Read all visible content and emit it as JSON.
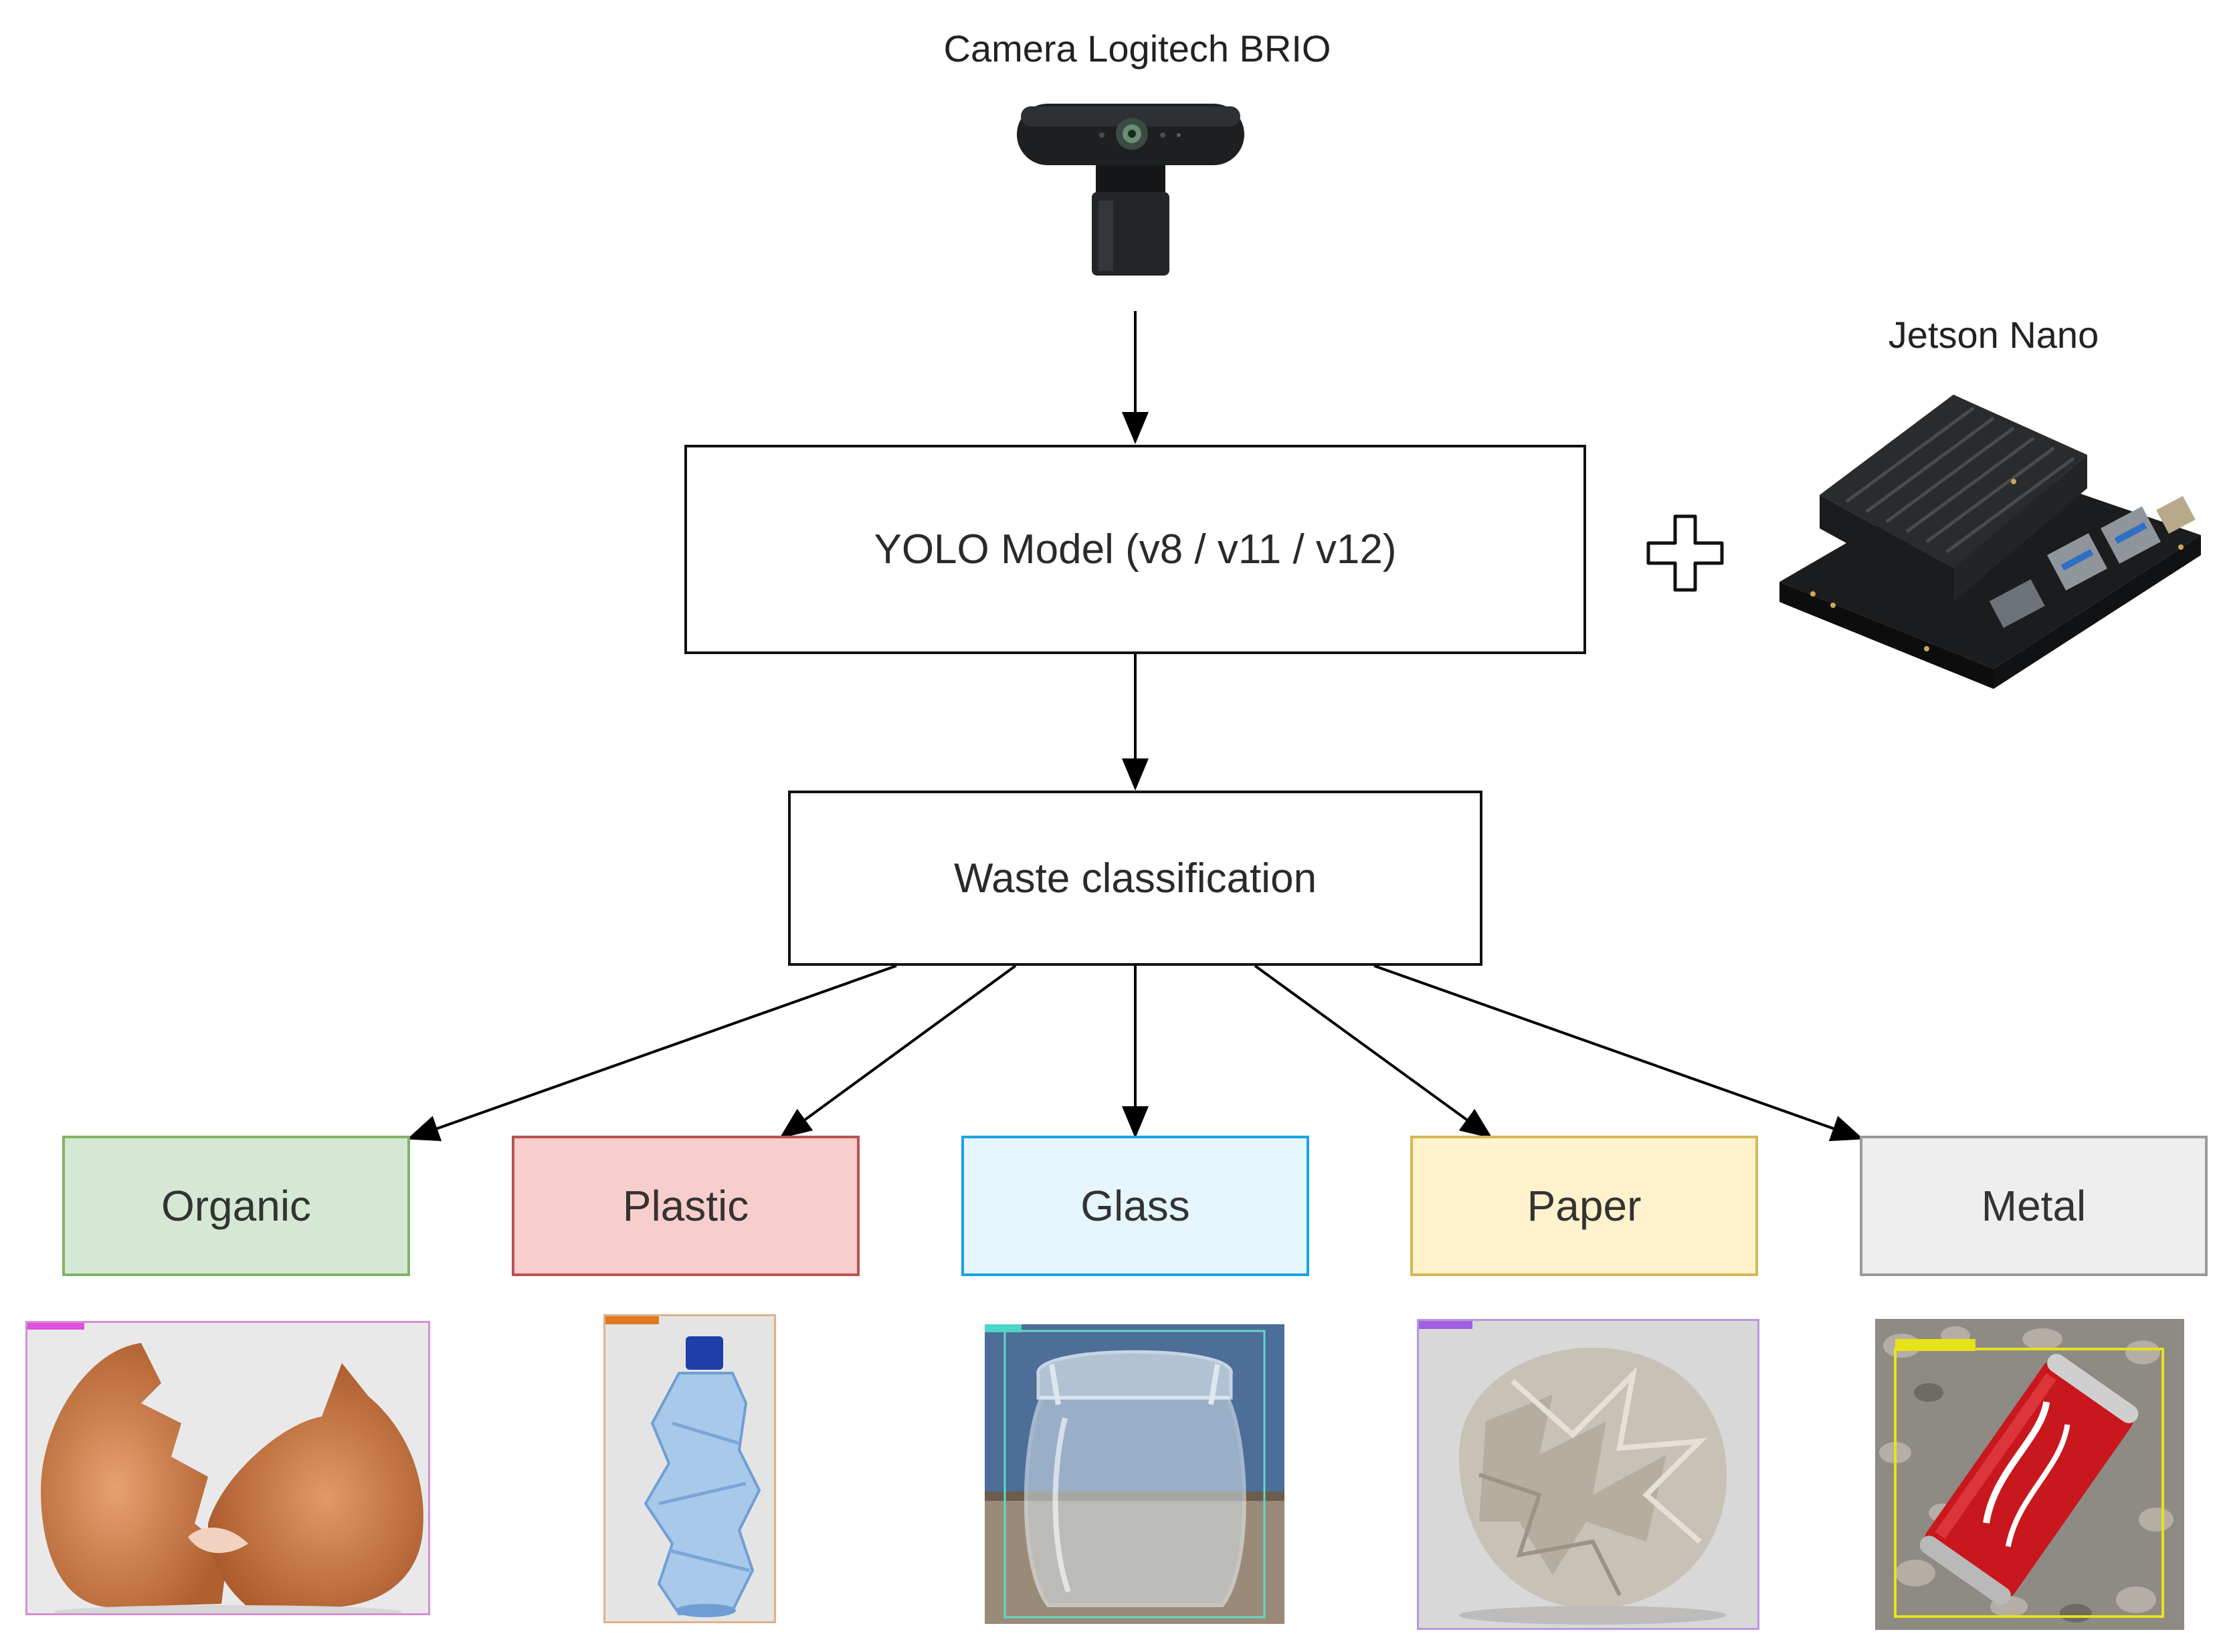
{
  "camera": {
    "label": "Camera Logitech BRIO",
    "icon": "webcam-icon"
  },
  "device": {
    "label": "Jetson Nano",
    "icon": "jetson-board-icon"
  },
  "plus_symbol": "plus-icon",
  "model_box": {
    "label": "YOLO Model (v8 / v11 / v12)"
  },
  "classification_box": {
    "label": "Waste classification"
  },
  "categories": [
    {
      "label": "Organic",
      "fill": "#d5e8d4",
      "border": "#82b366",
      "image": "eggshell-image"
    },
    {
      "label": "Plastic",
      "fill": "#f8cecc",
      "border": "#b85450",
      "image": "plastic-bottle-image"
    },
    {
      "label": "Glass",
      "fill": "#e6f6fe",
      "border": "#1ba1e2",
      "image": "glass-jar-image"
    },
    {
      "label": "Paper",
      "fill": "#fff2cc",
      "border": "#d6b656",
      "image": "crumpled-paper-image"
    },
    {
      "label": "Metal",
      "fill": "#eeeeee",
      "border": "#9a9a9a",
      "image": "soda-can-image"
    }
  ]
}
